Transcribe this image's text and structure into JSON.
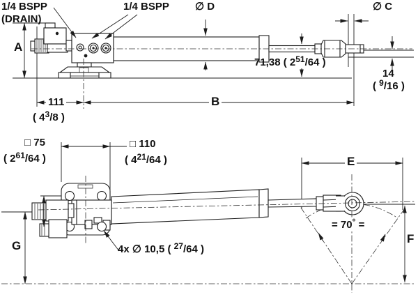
{
  "colors": {
    "line": "#1c1c1c",
    "background": "#ffffff"
  },
  "top_view": {
    "drain_label": {
      "line1": "1/4 BSPP",
      "line2": "(DRAIN)"
    },
    "port_label": "1/4 BSPP",
    "dia_d": "∅ D",
    "dia_c": "∅ C",
    "dim_a": "A",
    "dim_b": "B",
    "dim_stroke": {
      "pre": "71,38 ( 2",
      "sup": "51",
      "post": "/64 )"
    },
    "dim_14": {
      "value": "14",
      "frac": {
        "pre": "( ",
        "sup": "9",
        "post": "/16 )"
      }
    },
    "dim_111": {
      "value": "111",
      "frac": {
        "pre": "( 4",
        "sup": "3",
        "post": "/8 )"
      }
    }
  },
  "bottom_view": {
    "sq_75": {
      "value": "□ 75",
      "frac": {
        "pre": "( 2",
        "sup": "61",
        "post": "/64 )"
      }
    },
    "sq_110": {
      "value": "□ 110",
      "frac": {
        "pre": "( 4",
        "sup": "21",
        "post": "/64 )"
      }
    },
    "dim_e": "E",
    "dim_f": "F",
    "dim_g": "G",
    "swing_angle": {
      "pre": "= 70",
      "sup": "°",
      "post": " ="
    },
    "mount_holes": {
      "pre": "4x ∅ 10,5 ( ",
      "sup": "27",
      "post": "/64 )"
    }
  }
}
